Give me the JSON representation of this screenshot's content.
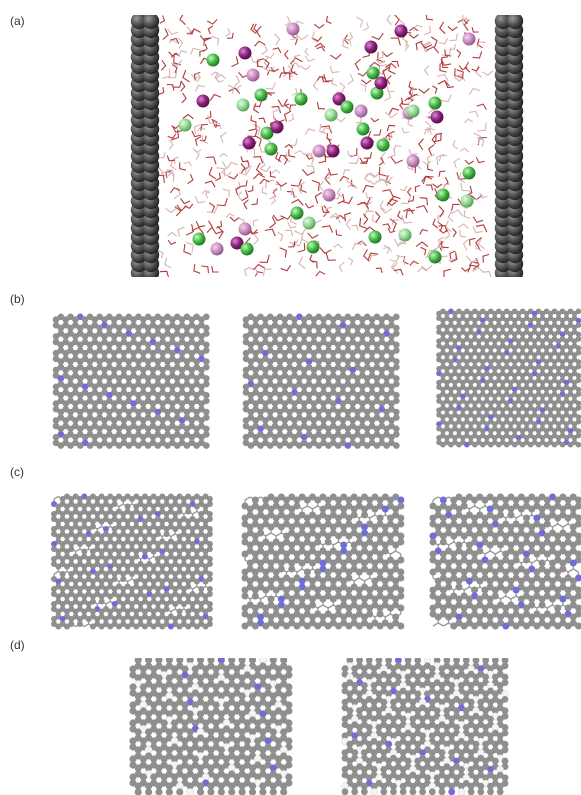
{
  "panels": {
    "a": {
      "label": "(a)"
    },
    "b": {
      "label": "(b)"
    },
    "c": {
      "label": "(c)"
    },
    "d": {
      "label": "(d)"
    }
  },
  "colors": {
    "background": "#ffffff",
    "wall": "#5a5a5a",
    "carbon": "#8f8f8f",
    "bond": "#9a9a9a",
    "nitrogen": "#6e6ed6",
    "hydrogen": "#f4f4f4",
    "water_oxygen": "#b23a3a",
    "water_hydrogen": "#ead6d6",
    "ion_green": "#3fb83f",
    "ion_light_green": "#8fd68f",
    "ion_purple": "#8a1f7a",
    "ion_light_purple": "#c98ac0"
  },
  "icons": {
    "wall_atom": "gray-sphere",
    "ion": "colored-sphere",
    "lattice_atom": "small-circle"
  }
}
